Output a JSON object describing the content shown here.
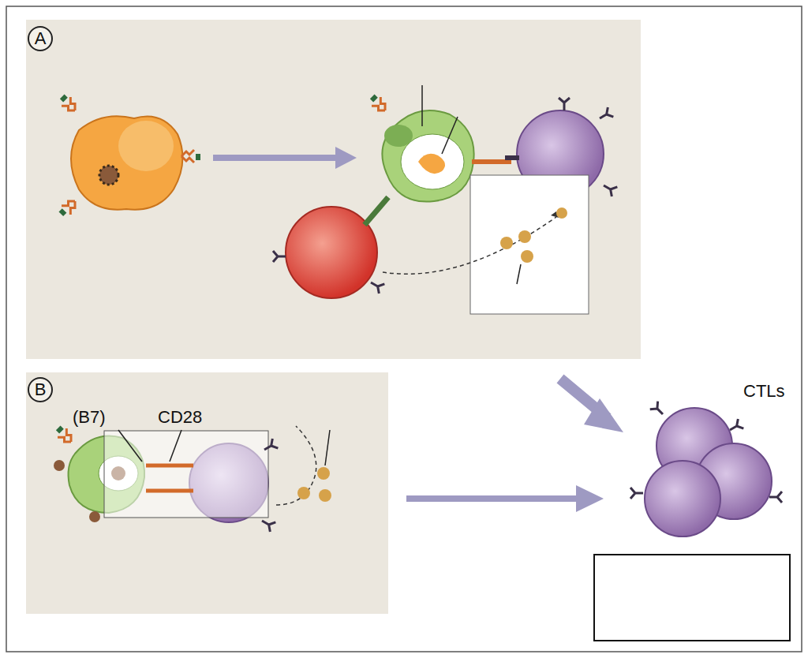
{
  "diagram": {
    "nodes": [
      {
        "text": [
          "A"
        ]
      },
      {
        "text": [
          "B"
        ]
      }
    ],
    "labels": [
      "(B7)",
      "CD28",
      "CTLs"
    ]
  }
}
